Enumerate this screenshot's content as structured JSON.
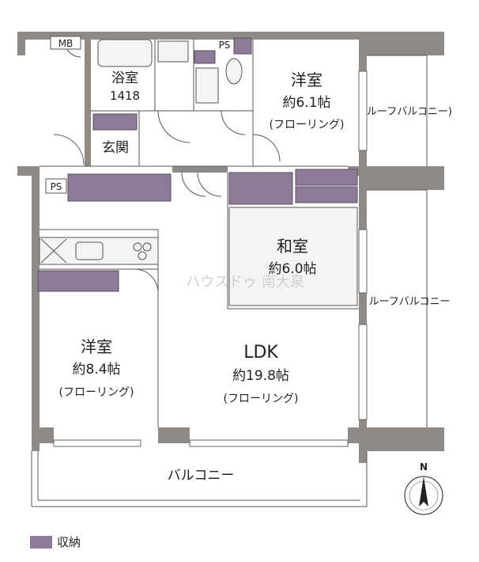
{
  "rooms": {
    "western1": {
      "name": "洋室",
      "size": "約6.1帖",
      "floor": "(フローリング)"
    },
    "bath": {
      "name": "浴室",
      "size": "1418"
    },
    "entrance": {
      "name": "玄関"
    },
    "japanese": {
      "name": "和室",
      "size": "約6.0帖"
    },
    "western2": {
      "name": "洋室",
      "size": "約8.4帖",
      "floor": "(フローリング)"
    },
    "ldk": {
      "name": "LDK",
      "size": "約19.8帖",
      "floor": "(フローリング)"
    }
  },
  "labels": {
    "mb": "MB",
    "ps_top": "PS",
    "ps_left": "PS",
    "roof_balcony_top": "ルーフバルコニー)",
    "roof_balcony_mid": "ルーフバルコニー",
    "balcony": "バルコニー",
    "compass_n": "N",
    "watermark": "ハウスドゥ 南大泉"
  },
  "legend": {
    "storage": "収納"
  },
  "colors": {
    "storage": "#8d7b98",
    "wall": "#8f8a86"
  }
}
